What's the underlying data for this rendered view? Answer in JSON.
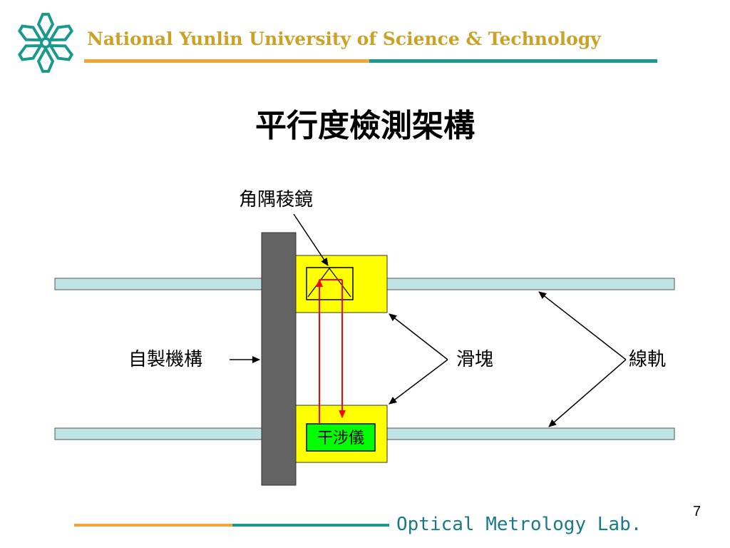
{
  "header": {
    "university": "National Yunlin University of Science & Technology"
  },
  "slide": {
    "title": "平行度檢測架構",
    "page_number": "7"
  },
  "diagram": {
    "labels": {
      "corner_cube": "角隅稜鏡",
      "custom_mechanism": "自製機構",
      "slider": "滑塊",
      "linear_rail": "線軌",
      "interferometer": "干涉儀"
    }
  },
  "footer": {
    "lab_name": "Optical Metrology Lab."
  },
  "colors": {
    "rail": "#bfe4e6",
    "slider_yellow": "#ffff00",
    "interferometer_green": "#00ff00",
    "mechanism_gray": "#636363",
    "beam_red": "#ff0000",
    "header_orange": "#f4a23a",
    "header_teal": "#1a9a8e"
  }
}
